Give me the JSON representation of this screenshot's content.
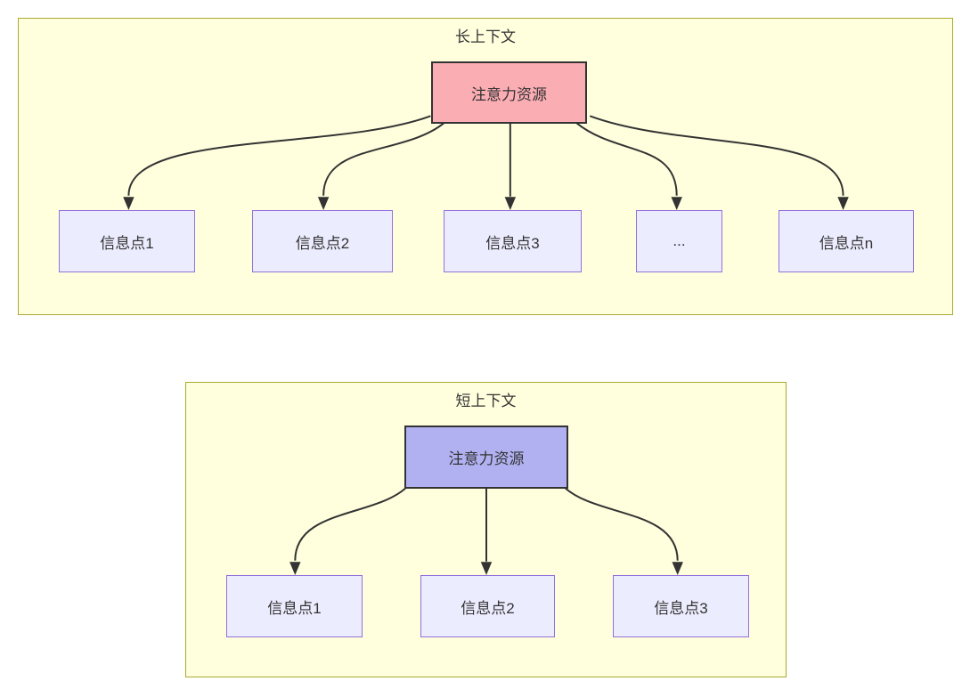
{
  "colors": {
    "page_background": "#ffffff",
    "panel_fill": "#ffffde",
    "panel_border": "#aaaa33",
    "info_node_fill": "#ececff",
    "info_node_border": "#9370db",
    "attention_long_fill": "#fbadb4",
    "attention_short_fill": "#b1b1f2",
    "attention_border": "#333333",
    "arrow_color": "#333333",
    "text_color": "#333333"
  },
  "long_context_panel": {
    "title": "长上下文",
    "attention_node": {
      "label": "注意力资源"
    },
    "info_nodes": [
      {
        "label": "信息点1"
      },
      {
        "label": "信息点2"
      },
      {
        "label": "信息点3"
      },
      {
        "label": "..."
      },
      {
        "label": "信息点n"
      }
    ]
  },
  "short_context_panel": {
    "title": "短上下文",
    "attention_node": {
      "label": "注意力资源"
    },
    "info_nodes": [
      {
        "label": "信息点1"
      },
      {
        "label": "信息点2"
      },
      {
        "label": "信息点3"
      }
    ]
  }
}
